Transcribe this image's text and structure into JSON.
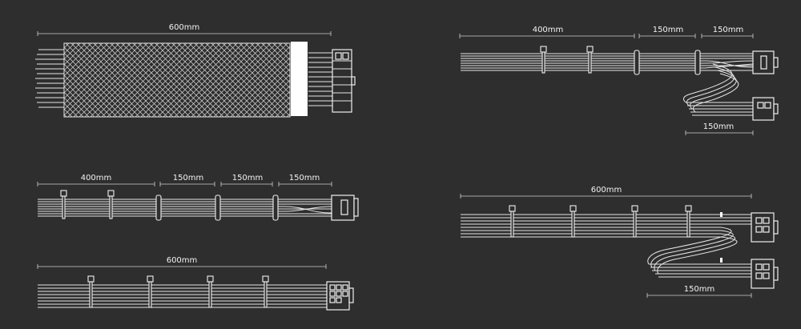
{
  "colors": {
    "background": "#2e2e2e",
    "line": "#e6e6e6",
    "sleeve": "#ffffff"
  },
  "cables": {
    "atx_24pin": {
      "length": "600mm"
    },
    "pcie_split": {
      "seg1": "400mm",
      "seg2": "150mm",
      "seg3": "150mm",
      "branch": "150mm"
    },
    "sata": {
      "seg1": "400mm",
      "seg2": "150mm",
      "seg3": "150mm",
      "seg4": "150mm"
    },
    "cpu_8pin": {
      "length": "600mm"
    },
    "pcie_dual": {
      "length": "600mm",
      "branch": "150mm"
    }
  }
}
